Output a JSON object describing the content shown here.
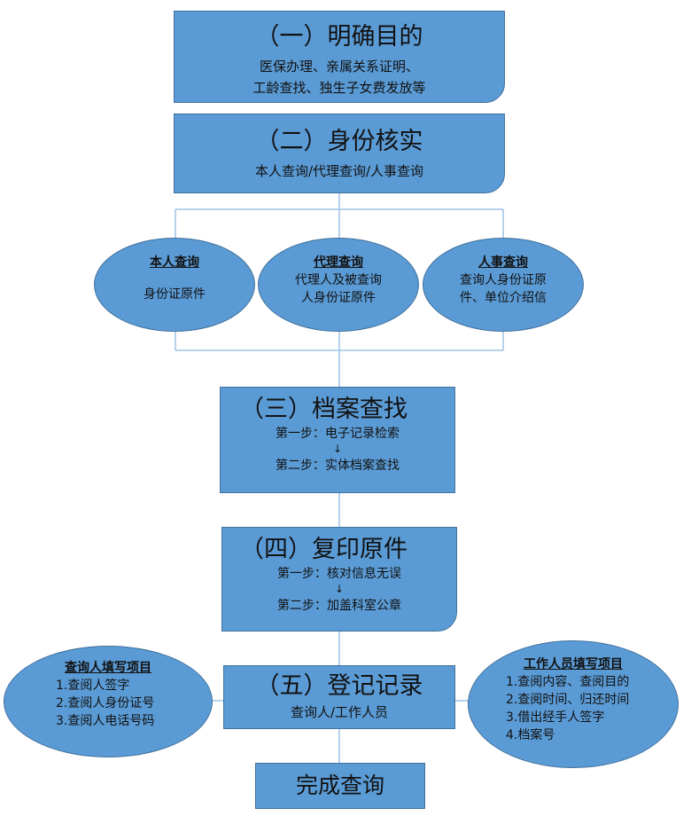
{
  "steps": [
    {
      "title": "（一）明确目的",
      "lines": [
        "医保办理、亲属关系证明、",
        "工龄查找、独生子女费发放等"
      ]
    },
    {
      "title": "（二）身份核实",
      "lines": [
        "本人查询/代理查询/人事查询"
      ]
    },
    {
      "title": "（三）档案查找",
      "lines": [
        "第一步：电子记录检索",
        "第二步：实体档案查找"
      ]
    },
    {
      "title": "（四）复印原件",
      "lines": [
        "第一步：核对信息无误",
        "第二步：加盖科室公章"
      ]
    },
    {
      "title": "（五）登记记录",
      "lines": [
        "查询人/工作人员"
      ]
    }
  ],
  "identity_options": [
    {
      "title": "本人查询",
      "lines": [
        "身份证原件"
      ]
    },
    {
      "title": "代理查询",
      "lines": [
        "代理人及被查询",
        "人身份证原件"
      ]
    },
    {
      "title": "人事查询",
      "lines": [
        "查询人身份证原",
        "件、单位介绍信"
      ]
    }
  ],
  "register_left": {
    "title": "查询人填写项目",
    "items": [
      "1.查阅人签字",
      "2.查阅人身份证号",
      "3.查阅人电话号码"
    ]
  },
  "register_right": {
    "title": "工作人员填写项目",
    "items": [
      "1.查阅内容、查阅目的",
      "2.查阅时间、归还时间",
      "3.借出经手人签字",
      "4.档案号"
    ]
  },
  "final": {
    "title": "完成查询"
  },
  "colors": {
    "fill": "#5b9bd5",
    "border": "#41719c",
    "line": "#9dc3e6"
  }
}
